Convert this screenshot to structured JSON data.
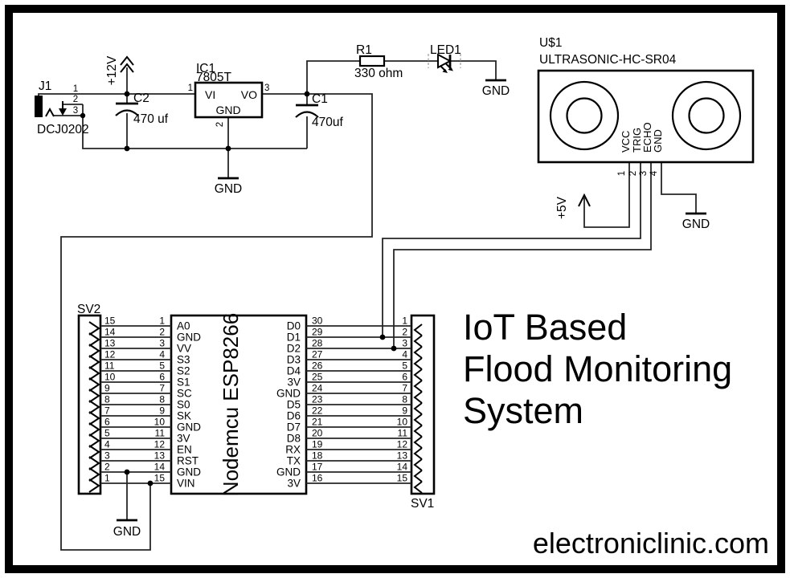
{
  "frame_color": "#000000",
  "title": {
    "lines": [
      "IoT Based",
      "Flood Monitoring",
      "System"
    ]
  },
  "watermark": "electroniclinic.com",
  "labels": {
    "gnd": "GND"
  },
  "power": {
    "jack": {
      "ref": "J1",
      "part": "DCJ0202",
      "n1": "1",
      "n2": "2",
      "n3": "3"
    },
    "rail12v": "+12V",
    "c2": {
      "ref": "C2",
      "value": "470 uf"
    },
    "ic1": {
      "ref": "IC1",
      "value": "7805T",
      "vi": "VI",
      "vo": "VO",
      "gnd": "GND",
      "n1": "1",
      "n2": "2",
      "n3": "3"
    },
    "c1": {
      "ref": "C1",
      "value": "470uf"
    },
    "r1": {
      "ref": "R1",
      "value": "330 ohm"
    },
    "led": {
      "ref": "LED1"
    }
  },
  "sensor": {
    "ref": "U$1",
    "part": "ULTRASONIC-HC-SR04",
    "pins": [
      "VCC",
      "TRIG",
      "ECHO",
      "GND"
    ],
    "numbers": [
      "1",
      "2",
      "3",
      "4"
    ],
    "supply": "+5V"
  },
  "headers": {
    "sv2": "SV2",
    "sv1": "SV1"
  },
  "nodemcu": {
    "name": "Nodemcu ESP8266",
    "left_pins": [
      "A0",
      "GND",
      "VV",
      "S3",
      "S2",
      "S1",
      "SC",
      "S0",
      "SK",
      "GND",
      "3V",
      "EN",
      "RST",
      "GND",
      "VIN"
    ],
    "right_pins": [
      "D0",
      "D1",
      "D2",
      "D3",
      "D4",
      "3V",
      "GND",
      "D5",
      "D6",
      "D7",
      "D8",
      "RX",
      "TX",
      "GND",
      "3V"
    ],
    "sv2_outer": [
      "15",
      "14",
      "13",
      "12",
      "11",
      "10",
      "9",
      "8",
      "7",
      "6",
      "5",
      "4",
      "3",
      "2",
      "1"
    ],
    "sv2_inner": [
      "1",
      "2",
      "3",
      "4",
      "5",
      "6",
      "7",
      "8",
      "9",
      "10",
      "11",
      "12",
      "13",
      "14",
      "15"
    ],
    "right_inner": [
      "30",
      "29",
      "28",
      "27",
      "26",
      "25",
      "24",
      "23",
      "22",
      "21",
      "20",
      "19",
      "18",
      "17",
      "16"
    ],
    "sv1_numbers": [
      "1",
      "2",
      "3",
      "4",
      "5",
      "6",
      "7",
      "8",
      "9",
      "10",
      "11",
      "12",
      "13",
      "14",
      "15"
    ]
  }
}
